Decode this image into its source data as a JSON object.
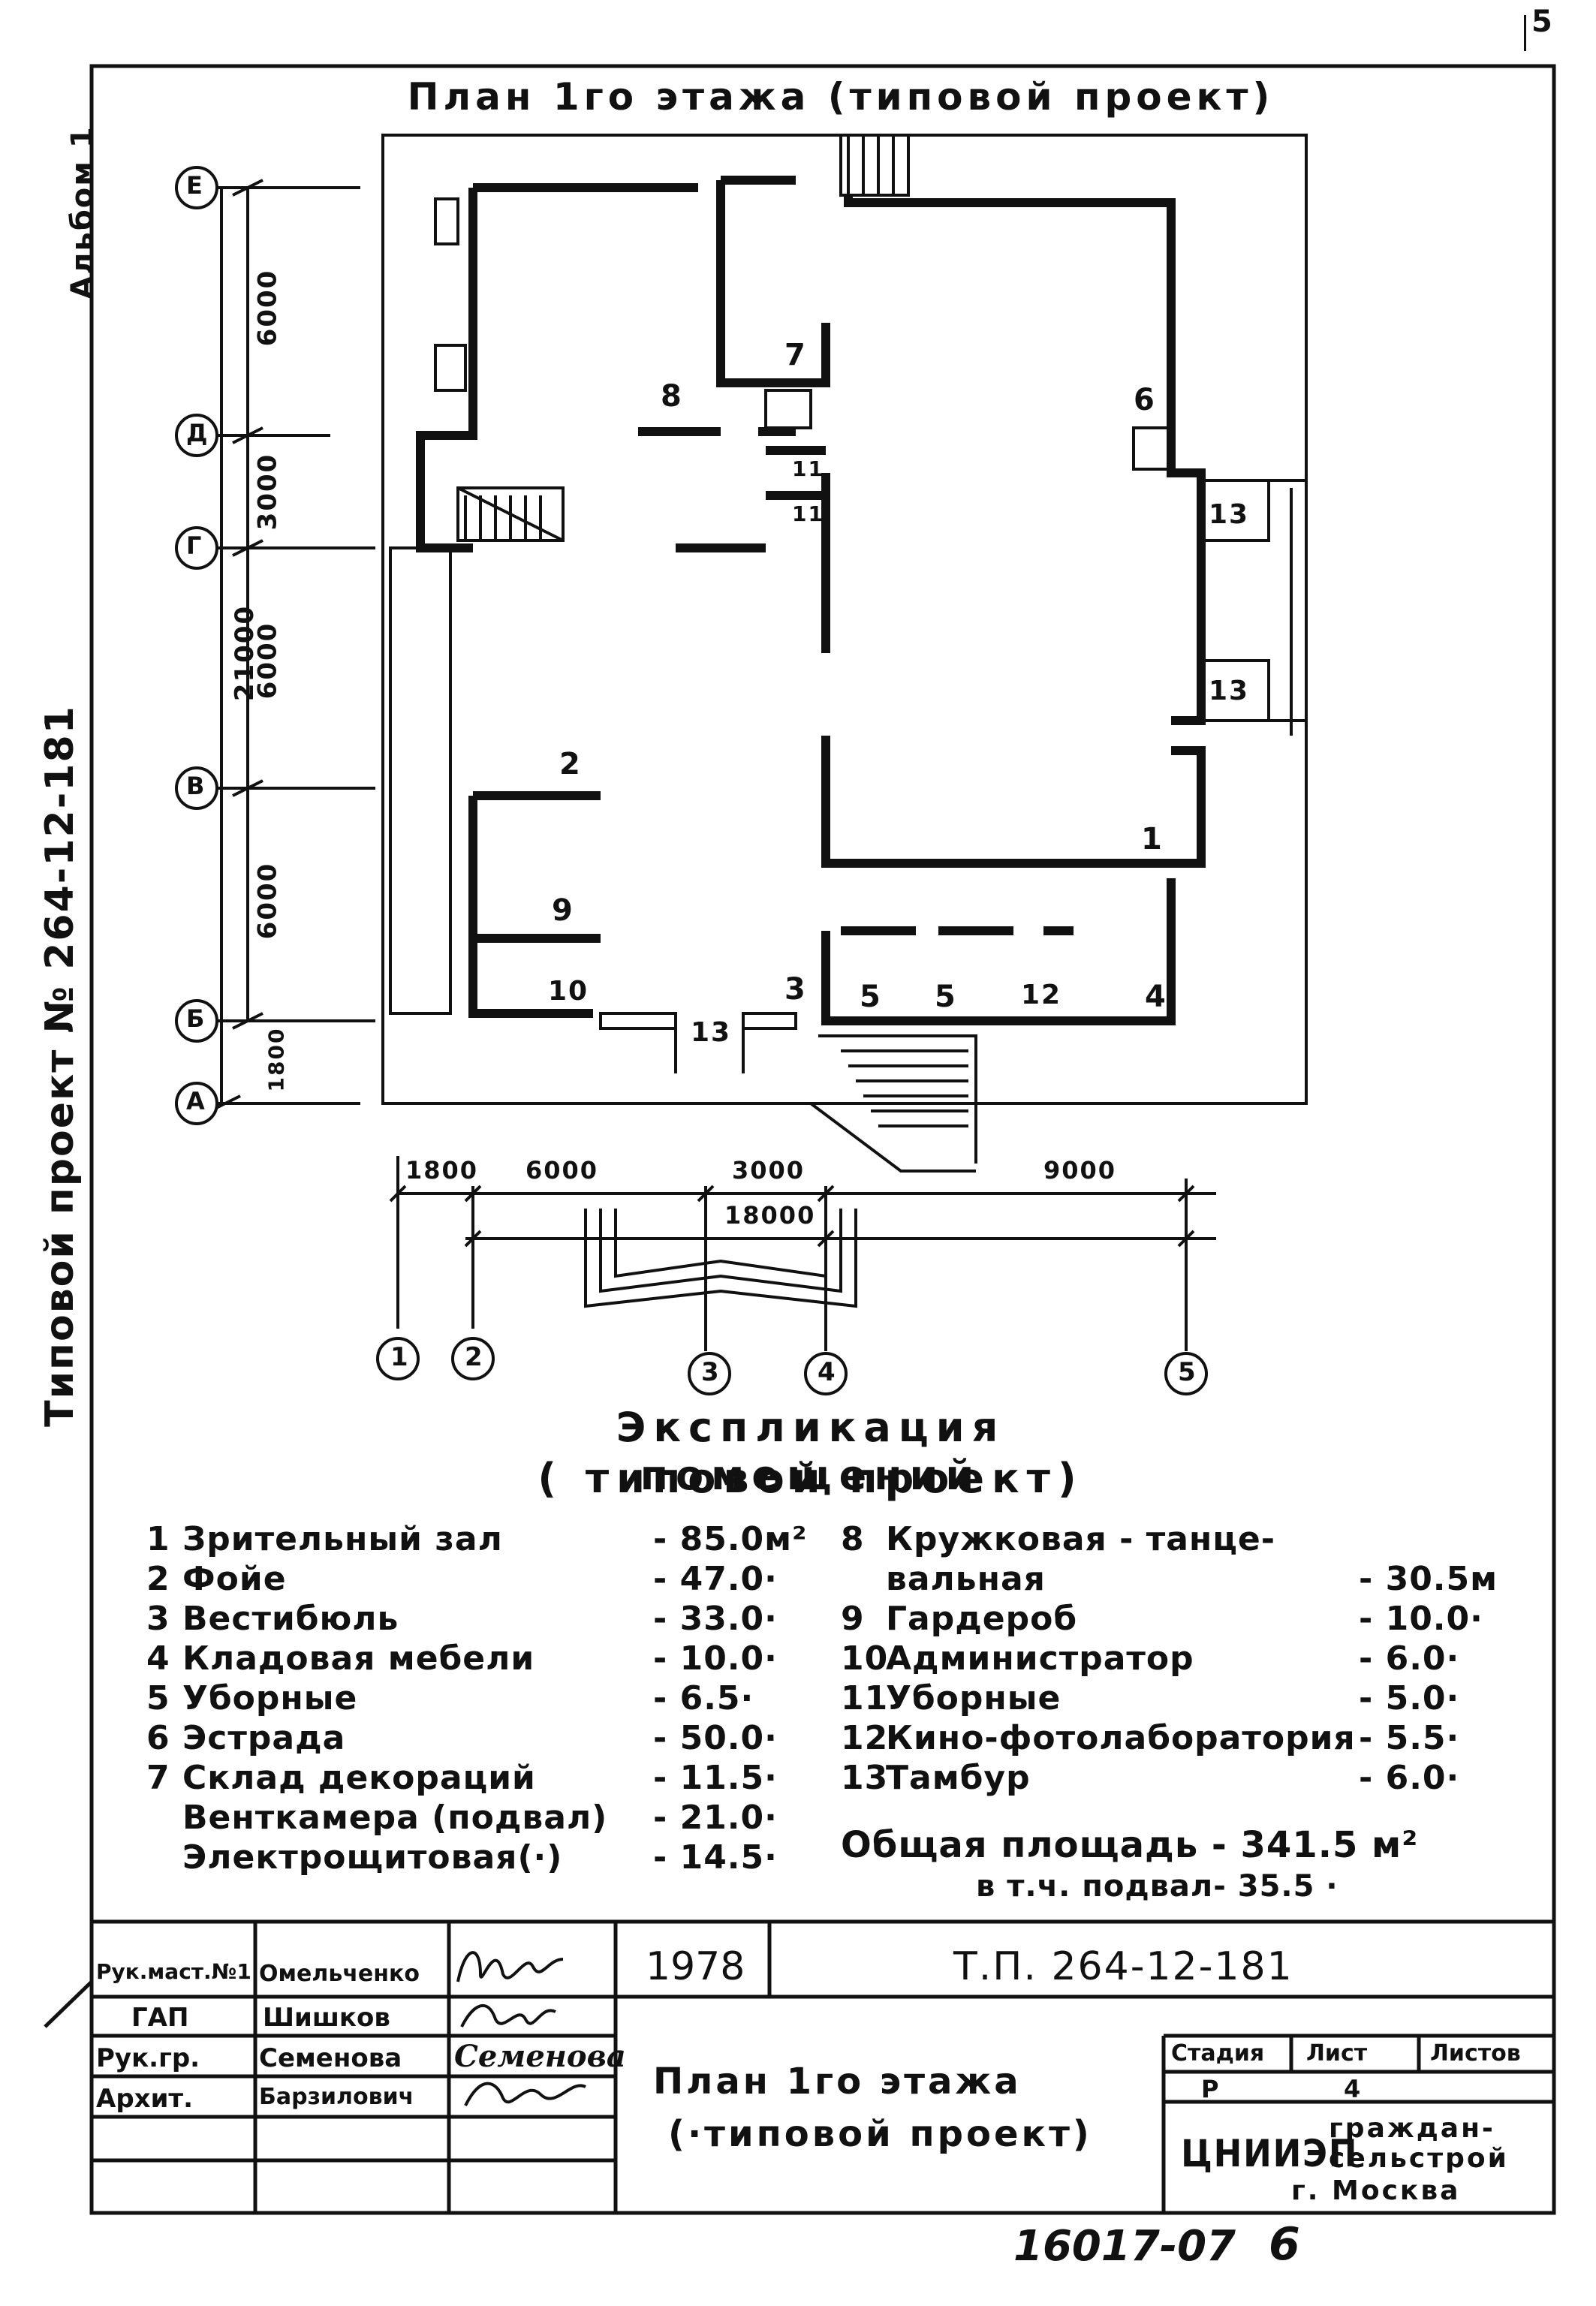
{
  "page_number": "5",
  "side_left_top": "Альбом 1",
  "side_left_main": "Типовой проект № 264-12-181",
  "plan_title": "План 1го этажа (типовой проект)",
  "axes_rows": [
    "Е",
    "Д",
    "Г",
    "В",
    "Б",
    "А"
  ],
  "axes_cols": [
    "1",
    "2",
    "3",
    "4",
    "5"
  ],
  "dim_vertical": [
    "6000",
    "3000",
    "6000",
    "6000",
    "1800"
  ],
  "dim_total_vertical": "21000",
  "dim_horizontal": [
    "1800",
    "6000",
    "3000",
    "9000"
  ],
  "dim_total_horizontal": "18000",
  "room_labels": [
    "1",
    "2",
    "3",
    "4",
    "5",
    "5",
    "6",
    "7",
    "8",
    "9",
    "10",
    "11",
    "11",
    "12",
    "13",
    "13",
    "13"
  ],
  "explication": {
    "title": "Экспликация помещений",
    "subtitle": "( типовой проект)",
    "left": [
      {
        "n": "1",
        "name": "Зрительный зал",
        "area": "- 85.0м²"
      },
      {
        "n": "2",
        "name": "Фойе",
        "area": "- 47.0·"
      },
      {
        "n": "3",
        "name": "Вестибюль",
        "area": "- 33.0·"
      },
      {
        "n": "4",
        "name": "Кладовая мебели",
        "area": "- 10.0·"
      },
      {
        "n": "5",
        "name": "Уборные",
        "area": "- 6.5·"
      },
      {
        "n": "6",
        "name": "Эстрада",
        "area": "- 50.0·"
      },
      {
        "n": "7",
        "name": "Склад декораций",
        "area": "- 11.5·"
      },
      {
        "n": "",
        "name": "Венткамера (подвал)",
        "area": "- 21.0·"
      },
      {
        "n": "",
        "name": "Электрощитовая(·)",
        "area": "- 14.5·"
      }
    ],
    "right": [
      {
        "n": "8",
        "name": "Кружковая - танце-",
        "area": ""
      },
      {
        "n": "",
        "name": "вальная",
        "area": "- 30.5м"
      },
      {
        "n": "9",
        "name": "Гардероб",
        "area": "- 10.0·"
      },
      {
        "n": "10",
        "name": "Администратор",
        "area": "- 6.0·"
      },
      {
        "n": "11",
        "name": "Уборные",
        "area": "- 5.0·"
      },
      {
        "n": "12",
        "name": "Кино-фотолаборатория",
        "area": "- 5.5·"
      },
      {
        "n": "13",
        "name": "Тамбур",
        "area": "- 6.0·"
      }
    ],
    "total": "Общая площадь - 341.5 м²",
    "total_sub": "в т.ч. подвал- 35.5 ·"
  },
  "title_block": {
    "roles": [
      "Рук.маст.№1",
      "ГАП",
      "Рук.гр.",
      "Архит."
    ],
    "names": [
      "Омельченко",
      "Шишков",
      "Семенова",
      "Барзилович"
    ],
    "signatures": [
      "",
      "",
      "Семенова",
      ""
    ],
    "year": "1978",
    "doc_code": "Т.П. 264-12-181",
    "sheet_title_1": "План 1го этажа",
    "sheet_title_2": "(·типовой проект)",
    "stage_label": "Стадия",
    "sheet_label": "Лист",
    "sheets_label": "Листов",
    "stage_value": "Р",
    "sheet_value": "4",
    "org_logo": "ЦНИИЭП",
    "org_name_1": "граждан-",
    "org_name_2": "сельстрой",
    "org_city": "г. Москва"
  },
  "footer_code": "16017-07",
  "footer_page": "6"
}
